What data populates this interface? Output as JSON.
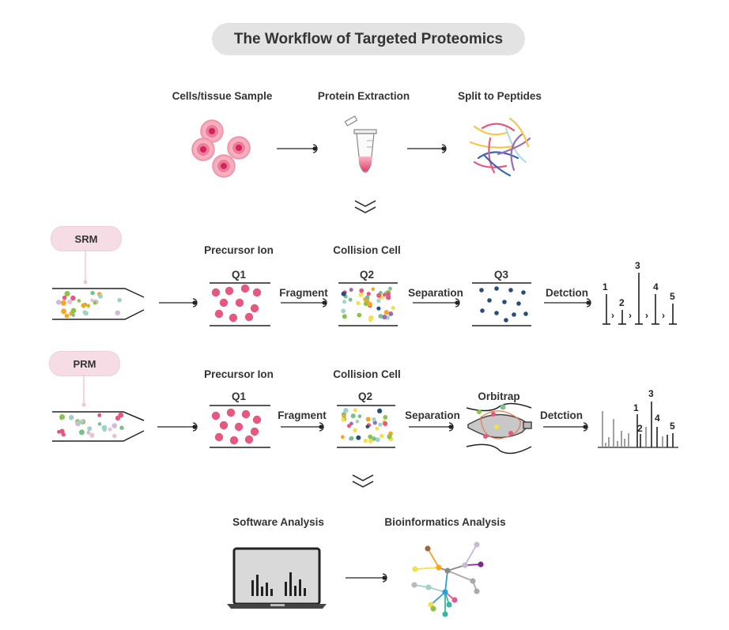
{
  "title": "The Workflow of Targeted Proteomics",
  "top_steps": {
    "cells": "Cells/tissue Sample",
    "extraction": "Protein Extraction",
    "split": "Split to Peptides"
  },
  "srm": {
    "mode": "SRM",
    "precursor": "Precursor Ion",
    "collision": "Collision Cell",
    "q1": "Q1",
    "q2": "Q2",
    "q3": "Q3",
    "fragment": "Fragment",
    "separation": "Separation",
    "detection": "Detction",
    "peaks": [
      "1",
      "2",
      "3",
      "4",
      "5"
    ],
    "separator": "›"
  },
  "prm": {
    "mode": "PRM",
    "precursor": "Precursor Ion",
    "collision": "Collision Cell",
    "q1": "Q1",
    "q2": "Q2",
    "orbitrap": "Orbitrap",
    "fragment": "Fragment",
    "separation": "Separation",
    "detection": "Detction",
    "peaks": [
      "1",
      "2",
      "3",
      "4",
      "5"
    ]
  },
  "bottom_steps": {
    "software": "Software Analysis",
    "bioinformatics": "Bioinformatics Analysis"
  },
  "colors": {
    "pink": "#e5587f",
    "light_pink": "#f6dde5",
    "gray_pill": "#e3e3e3",
    "line": "#222222",
    "navy": "#274d7c"
  }
}
